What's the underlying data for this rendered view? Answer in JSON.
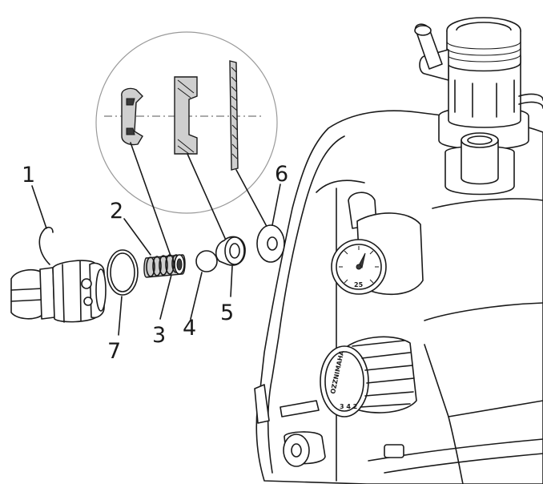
{
  "part_labels": [
    {
      "id": "1",
      "text": "1"
    },
    {
      "id": "2",
      "text": "2"
    },
    {
      "id": "3",
      "text": "3"
    },
    {
      "id": "4",
      "text": "4"
    },
    {
      "id": "5",
      "text": "5"
    },
    {
      "id": "6",
      "text": "6"
    },
    {
      "id": "7",
      "text": "7"
    }
  ],
  "gauge": {
    "digits": "25"
  },
  "knob": {
    "brand_text": "OZZNIMAHA",
    "marks": "3 4 2"
  }
}
